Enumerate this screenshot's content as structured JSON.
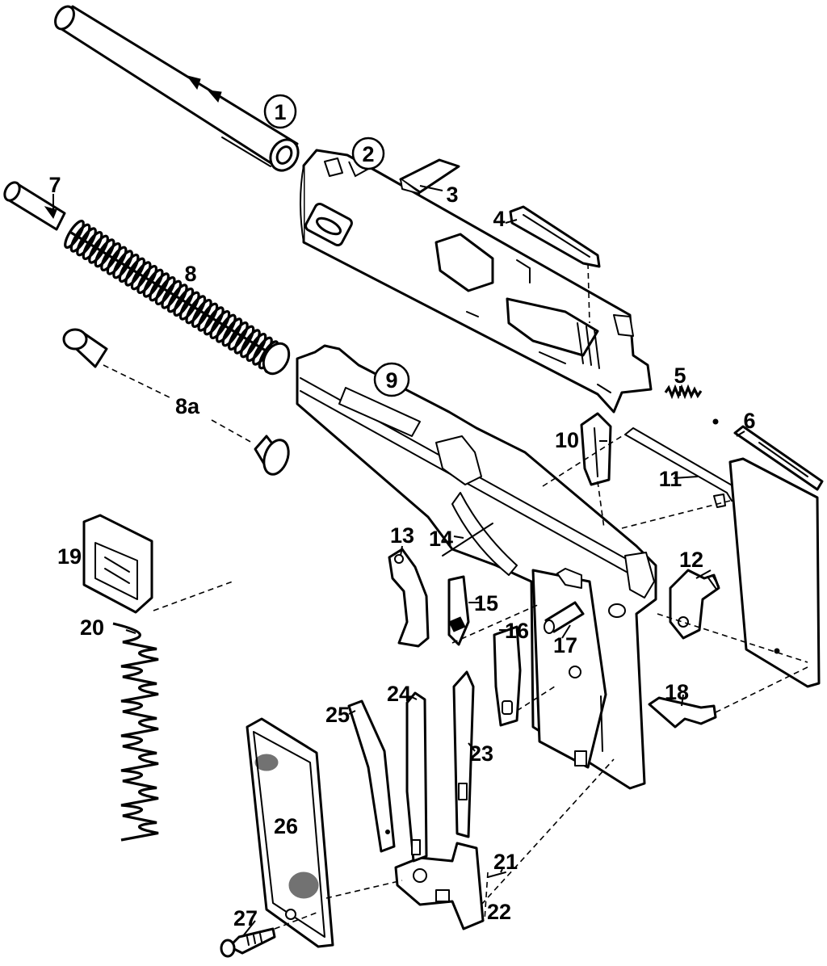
{
  "diagram": {
    "colors": {
      "ink": "#000000",
      "paper": "#ffffff"
    },
    "parts": [
      {
        "id": "p1",
        "label": "1",
        "circled": true
      },
      {
        "id": "p2",
        "label": "2",
        "circled": true
      },
      {
        "id": "p3",
        "label": "3"
      },
      {
        "id": "p4",
        "label": "4"
      },
      {
        "id": "p5",
        "label": "5"
      },
      {
        "id": "p6",
        "label": "6"
      },
      {
        "id": "p7",
        "label": "7"
      },
      {
        "id": "p8",
        "label": "8"
      },
      {
        "id": "p8a",
        "label": "8a"
      },
      {
        "id": "p9",
        "label": "9",
        "circled": true
      },
      {
        "id": "p10",
        "label": "10"
      },
      {
        "id": "p11",
        "label": "11"
      },
      {
        "id": "p12",
        "label": "12"
      },
      {
        "id": "p13",
        "label": "13"
      },
      {
        "id": "p14",
        "label": "14"
      },
      {
        "id": "p15",
        "label": "15"
      },
      {
        "id": "p16",
        "label": "16"
      },
      {
        "id": "p17",
        "label": "17"
      },
      {
        "id": "p18",
        "label": "18"
      },
      {
        "id": "p19",
        "label": "19"
      },
      {
        "id": "p20",
        "label": "20"
      },
      {
        "id": "p21",
        "label": "21"
      },
      {
        "id": "p22",
        "label": "22"
      },
      {
        "id": "p23",
        "label": "23"
      },
      {
        "id": "p24",
        "label": "24"
      },
      {
        "id": "p25",
        "label": "25"
      },
      {
        "id": "p26",
        "label": "26"
      },
      {
        "id": "p27",
        "label": "27"
      }
    ]
  }
}
